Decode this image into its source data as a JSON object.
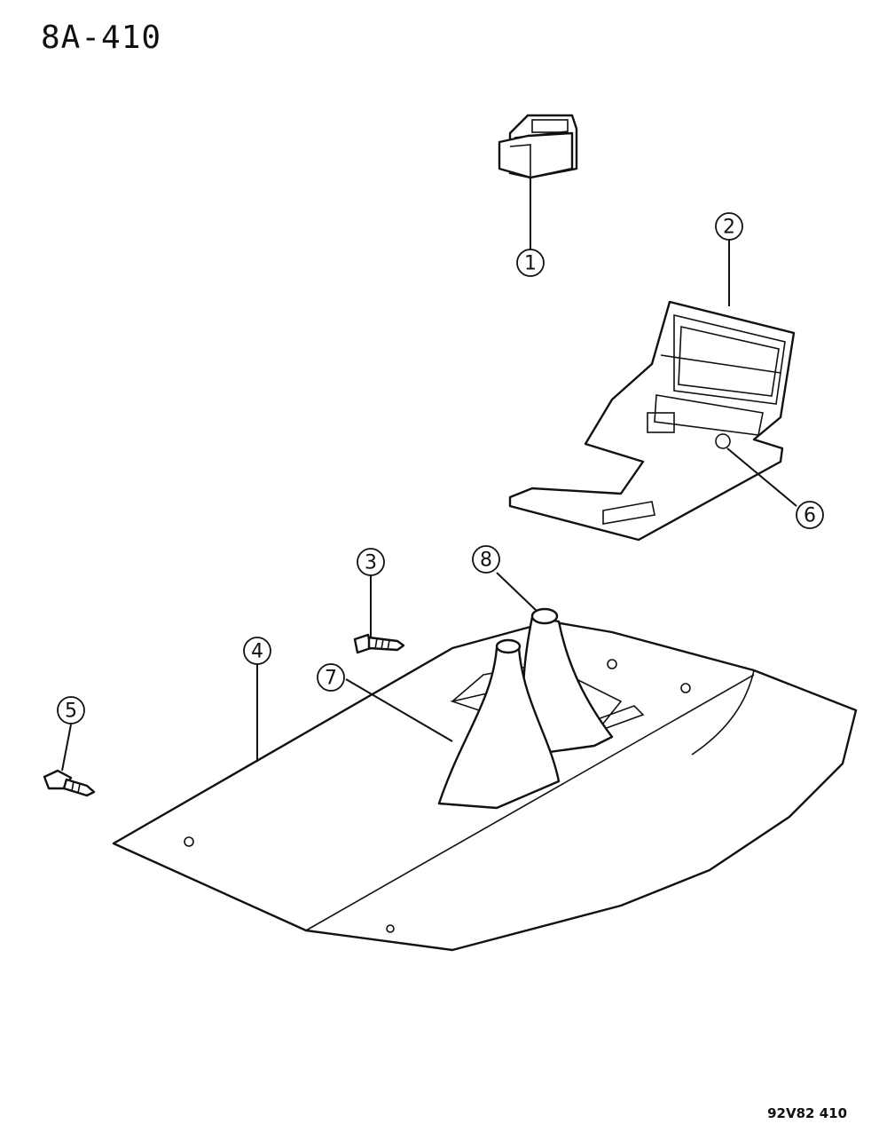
{
  "header": {
    "title": "8A-410"
  },
  "footer": {
    "code": "92V82 410"
  },
  "callouts": [
    {
      "id": "1",
      "label": "1"
    },
    {
      "id": "2",
      "label": "2"
    },
    {
      "id": "3",
      "label": "3"
    },
    {
      "id": "4",
      "label": "4"
    },
    {
      "id": "5",
      "label": "5"
    },
    {
      "id": "6",
      "label": "6"
    },
    {
      "id": "7",
      "label": "7"
    },
    {
      "id": "8",
      "label": "8"
    }
  ]
}
